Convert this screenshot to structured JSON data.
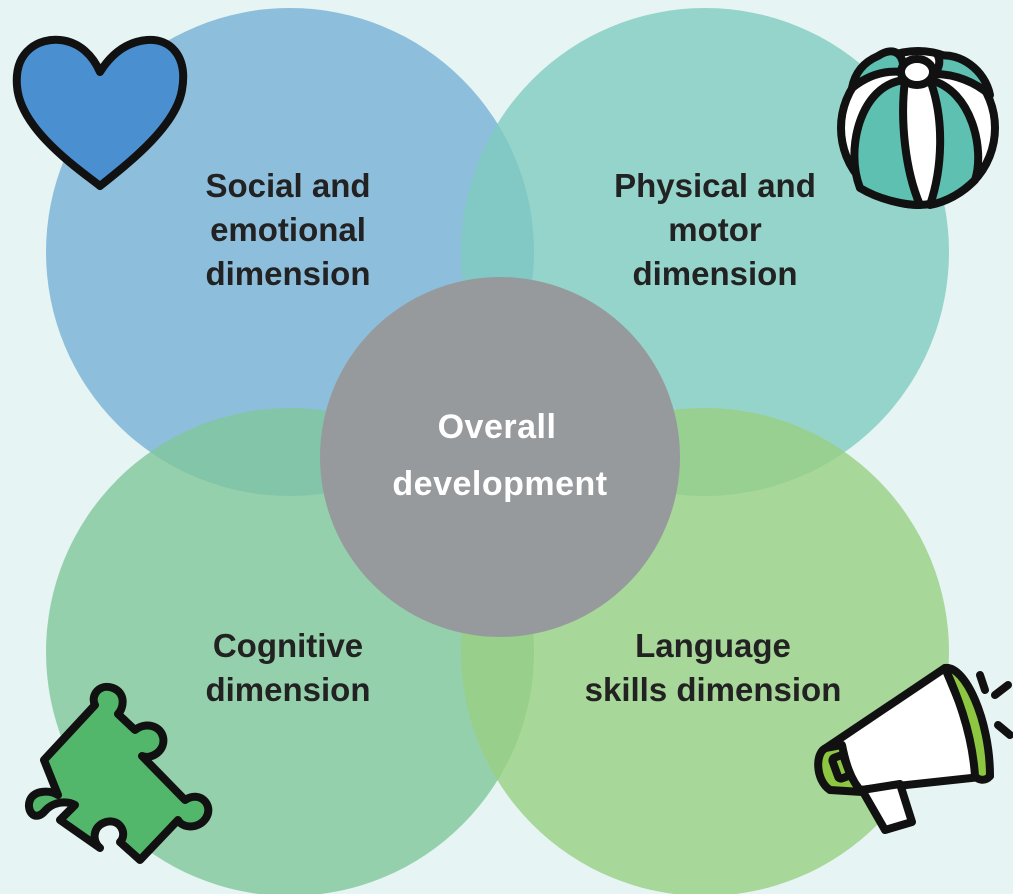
{
  "center": {
    "label_line1": "Overall",
    "label_line2": "development"
  },
  "dimensions": {
    "social_emotional": {
      "line1": "Social and",
      "line2": "emotional",
      "line3": "dimension"
    },
    "physical_motor": {
      "line1": "Physical and",
      "line2": "motor",
      "line3": "dimension"
    },
    "cognitive": {
      "line1": "Cognitive",
      "line2": "dimension"
    },
    "language": {
      "line1": "Language",
      "line2": "skills dimension"
    }
  },
  "icons": {
    "social_emotional": "heart-icon",
    "physical_motor": "beach-ball-icon",
    "cognitive": "puzzle-piece-icon",
    "language": "megaphone-icon"
  },
  "colors": {
    "background": "#e6f4f3",
    "social_emotional": "#8bbde3",
    "physical_motor": "#8fd6c9",
    "cognitive": "#8fd1a3",
    "language": "#a8d98a",
    "center": "#969a9d",
    "heart": "#4a8fd0",
    "ball": "#5dc0b0",
    "puzzle": "#52b76a",
    "megaphone": "#8dc641"
  }
}
